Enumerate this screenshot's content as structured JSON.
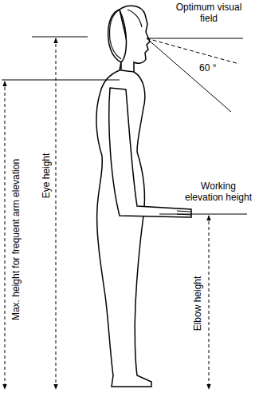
{
  "diagram": {
    "labels": [
      "Optimum visual field",
      "60 °",
      "Working elevation height",
      "Max. height for frequent arm elevation",
      "Eye height",
      "Elbow height"
    ]
  }
}
